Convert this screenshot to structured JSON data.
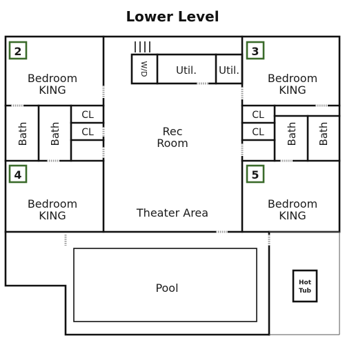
{
  "title": "Lower Level",
  "colors": {
    "wall": "#111111",
    "badge": "#3a6b2a",
    "door": "#aaaaaa",
    "background": "#ffffff"
  },
  "rooms": {
    "bedroom_2": {
      "number": "2",
      "line1": "Bedroom",
      "line2": "KING"
    },
    "bedroom_3": {
      "number": "3",
      "line1": "Bedroom",
      "line2": "KING"
    },
    "bedroom_4": {
      "number": "4",
      "line1": "Bedroom",
      "line2": "KING"
    },
    "bedroom_5": {
      "number": "5",
      "line1": "Bedroom",
      "line2": "KING"
    },
    "bath_left_1": "Bath",
    "bath_left_2": "Bath",
    "bath_right_1": "Bath",
    "bath_right_2": "Bath",
    "closet_left_1": "CL",
    "closet_left_2": "CL",
    "closet_right_1": "CL",
    "closet_right_2": "CL",
    "washer_dryer": "W/D",
    "utility_1": "Util.",
    "utility_2": "Util.",
    "rec_room": {
      "line1": "Rec",
      "line2": "Room"
    },
    "theater": "Theater Area",
    "pool": "Pool",
    "hot_tub": {
      "line1": "Hot",
      "line2": "Tub"
    }
  }
}
